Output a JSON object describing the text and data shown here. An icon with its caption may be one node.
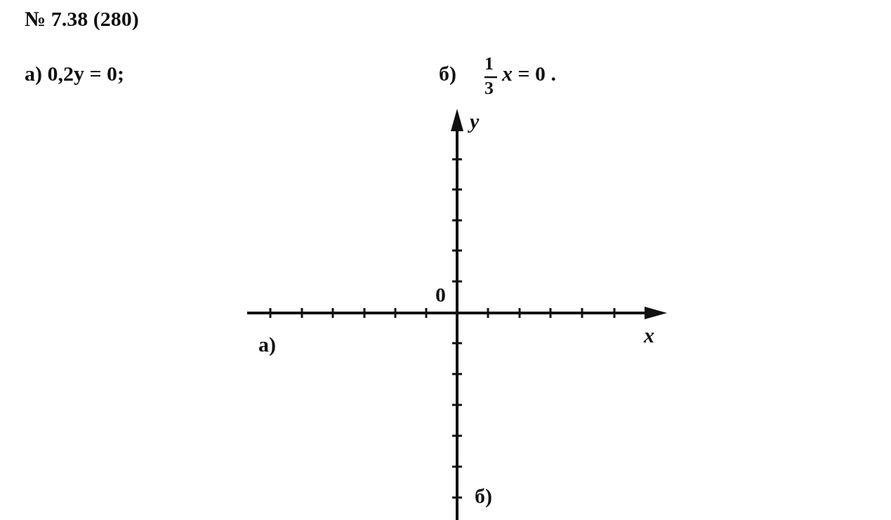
{
  "diagram": {
    "title": "№ 7.38 (280)",
    "labels": [
      "а) 0,2y = 0;",
      "б)",
      "1",
      "3",
      "*x* = 0 .",
      "*y*",
      "0",
      "*x*",
      "а)",
      "б)"
    ]
  }
}
